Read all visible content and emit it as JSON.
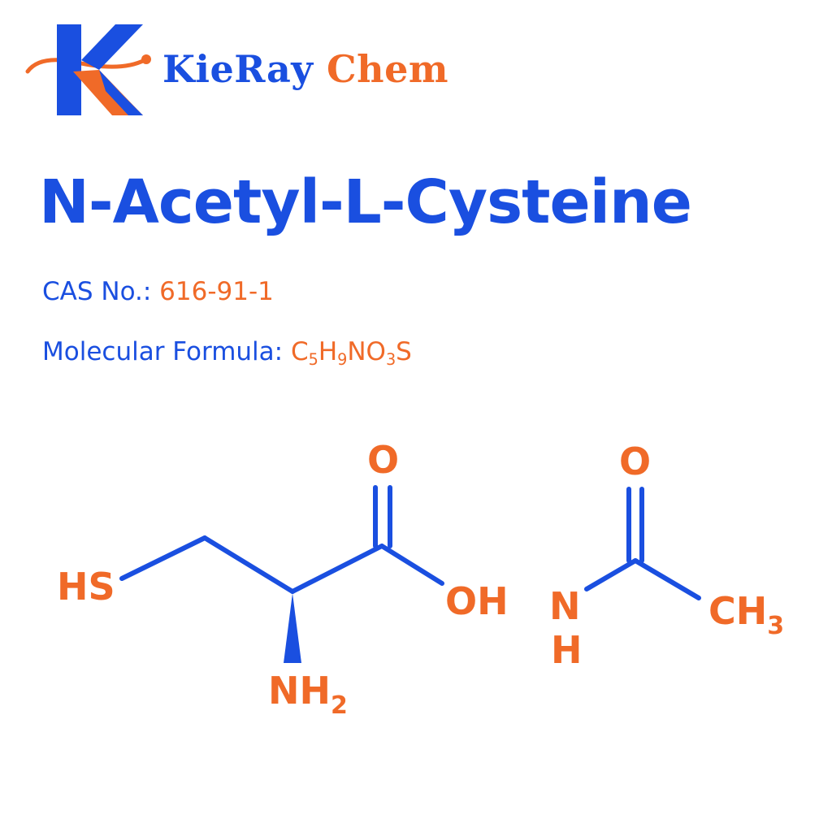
{
  "brand": {
    "name_part1": "KieRay",
    "name_part2": " Chem"
  },
  "product": {
    "name": "N-Acetyl-L-Cysteine",
    "cas_label": "CAS No.:",
    "cas_value": "616-91-1",
    "formula_label": "Molecular Formula:",
    "formula": {
      "c": "C",
      "c_count": "5",
      "h": "H",
      "h_count": "9",
      "no": "NO",
      "o_count": "3",
      "s": "S"
    }
  },
  "structure": {
    "hs": "HS",
    "o1": "O",
    "oh": "OH",
    "nh": "NH",
    "nh_sub": "2",
    "o2": "O",
    "n": "N",
    "h": "H",
    "ch": "CH",
    "ch_sub": "3"
  },
  "colors": {
    "blue": "#1a4fe0",
    "orange": "#f06a28"
  },
  "icons": [
    "kieray-logo-icon"
  ]
}
